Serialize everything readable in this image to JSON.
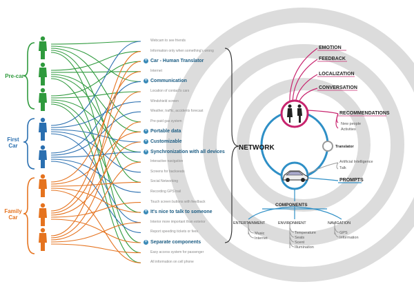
{
  "groups": [
    {
      "id": "precar",
      "label": "Pre-car",
      "color": "#2f9a3d"
    },
    {
      "id": "firstcar",
      "label": "First\nCar",
      "color": "#2a6fb0"
    },
    {
      "id": "familycar",
      "label": "Family\nCar",
      "color": "#e5731f"
    }
  ],
  "needs": [
    {
      "text": "Webcam to see friends",
      "type": "minor"
    },
    {
      "text": "Information only when something's wrong",
      "type": "minor"
    },
    {
      "text": "Car - Human Translator",
      "type": "major"
    },
    {
      "text": "Internet",
      "type": "minor"
    },
    {
      "text": "Communication",
      "type": "major"
    },
    {
      "text": "Location of contact's cars",
      "type": "minor"
    },
    {
      "text": "Windshield screen",
      "type": "minor"
    },
    {
      "text": "Weather, traffic, accidents forecast",
      "type": "minor"
    },
    {
      "text": "Pre-paid gas system",
      "type": "minor"
    },
    {
      "text": "Portable data",
      "type": "major"
    },
    {
      "text": "Customizable",
      "type": "major"
    },
    {
      "text": "Synchronization with all devices",
      "type": "major"
    },
    {
      "text": "Interactive navigation",
      "type": "minor"
    },
    {
      "text": "Screens for backseats",
      "type": "minor"
    },
    {
      "text": "Social Networking",
      "type": "minor"
    },
    {
      "text": "Recording GPS trail",
      "type": "minor"
    },
    {
      "text": "Touch screen buttons with feedback",
      "type": "minor"
    },
    {
      "text": "It's nice to talk to someone",
      "type": "major"
    },
    {
      "text": "Interior more important than exterior",
      "type": "minor"
    },
    {
      "text": "Report speeding tickets or fees",
      "type": "minor"
    },
    {
      "text": "Separate components",
      "type": "major"
    },
    {
      "text": "Easy access system for passenger",
      "type": "minor"
    },
    {
      "text": "All information on cell phone",
      "type": "minor"
    }
  ],
  "network": {
    "title": "NETWORK",
    "top_branches": [
      "EMOTION",
      "FEEDBACK",
      "LOCALIZATION",
      "CONVERSATION"
    ],
    "recommendations": {
      "label": "RECOMMENDATIONS",
      "items": [
        "New people",
        "Activities"
      ]
    },
    "translator": "Translator",
    "ai": [
      "Artificial Intelligence",
      "Talk"
    ],
    "prompts": "PROMPTS",
    "components": {
      "label": "COMPONENTS",
      "branches": [
        {
          "label": "ENTERTAINMENT",
          "items": [
            "Music",
            "Internet"
          ]
        },
        {
          "label": "ENVIRONMENT",
          "items": [
            "Temperature",
            "Seats",
            "Scent",
            "Illumination"
          ]
        },
        {
          "label": "NAVIGATION",
          "items": [
            "GPS",
            "Information"
          ]
        }
      ]
    }
  },
  "colors": {
    "magenta": "#c8246e",
    "blue": "#2e8fc6",
    "grey_ring": "#d9d9d9",
    "dark": "#222222",
    "need_major": "#1b5c83"
  },
  "icons": [
    "person-icon",
    "couple-icon",
    "car-icon",
    "plus-bullet-icon"
  ]
}
